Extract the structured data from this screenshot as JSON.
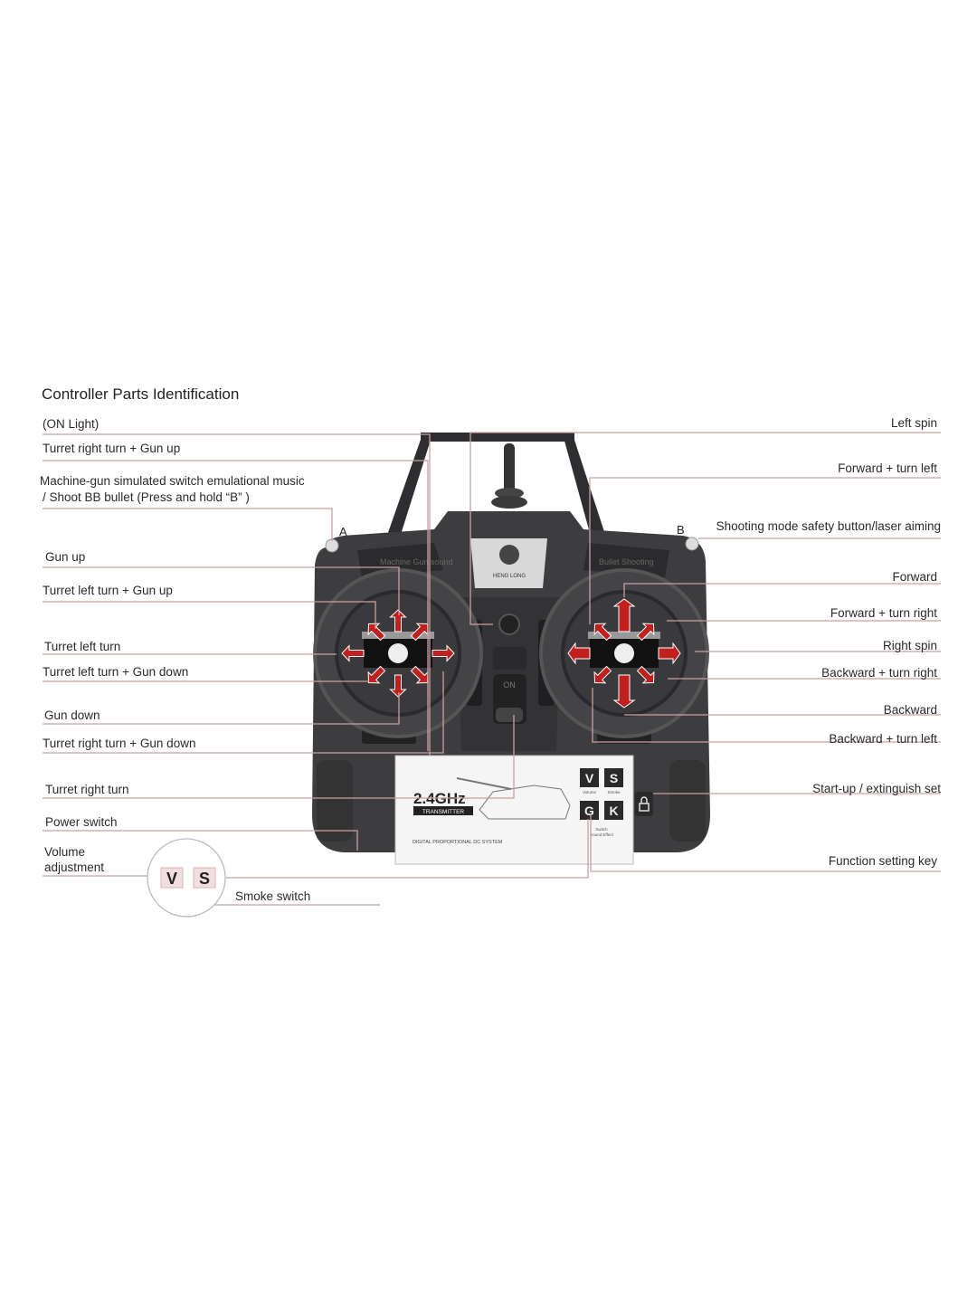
{
  "title": "Controller Parts Identification",
  "left_labels": [
    "(ON  Light)",
    "Turret right turn + Gun up",
    "Machine-gun simulated switch emulational  music",
    "/ Shoot BB bullet (Press and hold  “B” )",
    "Gun up",
    "Turret left turn + Gun up",
    "Turret left turn",
    "Turret left turn + Gun down",
    "Gun down",
    "Turret right turn + Gun down",
    "Turret right turn",
    "Power switch",
    "Volume",
    "adjustment",
    "Smoke switch"
  ],
  "right_labels": [
    "Left spin",
    "Forward + turn left",
    "Shooting mode safety button/laser aiming",
    "Forward",
    "Forward + turn right",
    "Right spin",
    "Backward + turn right",
    "Backward",
    "Backward + turn left",
    "Start-up / extinguish set",
    "Function setting key"
  ],
  "controller": {
    "button_a": "A",
    "button_b": "B",
    "brand": "HENG LONG",
    "left_shoulder": "Machine Gun sound",
    "right_shoulder": "Bullet Shooting",
    "on_label": "ON",
    "freq": "2.4GHz",
    "transmitter": "TRANSMITTER",
    "system": "DIGITAL PROPORTIONAL DC SYSTEM",
    "keys": {
      "v": "V",
      "s": "S",
      "g": "G",
      "k": "K"
    },
    "key_captions": {
      "volume": "Volume",
      "smoke": "Smoke",
      "switch": "Switch",
      "sound_effect": "Sound Effect"
    }
  },
  "inset": {
    "v": "V",
    "s": "S"
  },
  "colors": {
    "leader": "#c9a0a0",
    "arrow": "#c0201e",
    "body": "#3d3d3f",
    "body_dark": "#2a2a2c"
  }
}
